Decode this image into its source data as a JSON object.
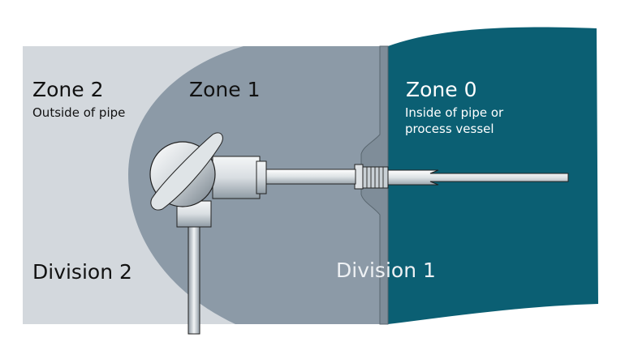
{
  "zones": {
    "zone2": {
      "title": "Zone 2",
      "subtitle": "Outside of pipe"
    },
    "zone1": {
      "title": "Zone 1"
    },
    "zone0": {
      "title": "Zone 0",
      "subtitle_line1": "Inside of pipe or",
      "subtitle_line2": "process vessel"
    }
  },
  "divisions": {
    "division2": "Division 2",
    "division1": "Division 1"
  },
  "colors": {
    "division2_area": "#d3d8dd",
    "zone1_area": "#8c9aa7",
    "process_vessel": "#0b5f73",
    "flange": "#7f8d99",
    "metal_light": "#e9ecee",
    "metal_dark": "#5f6c76"
  },
  "icons": [
    "thermocouple-head-icon",
    "conduit-pipe-icon",
    "thermowell-icon",
    "threaded-fitting-icon"
  ]
}
